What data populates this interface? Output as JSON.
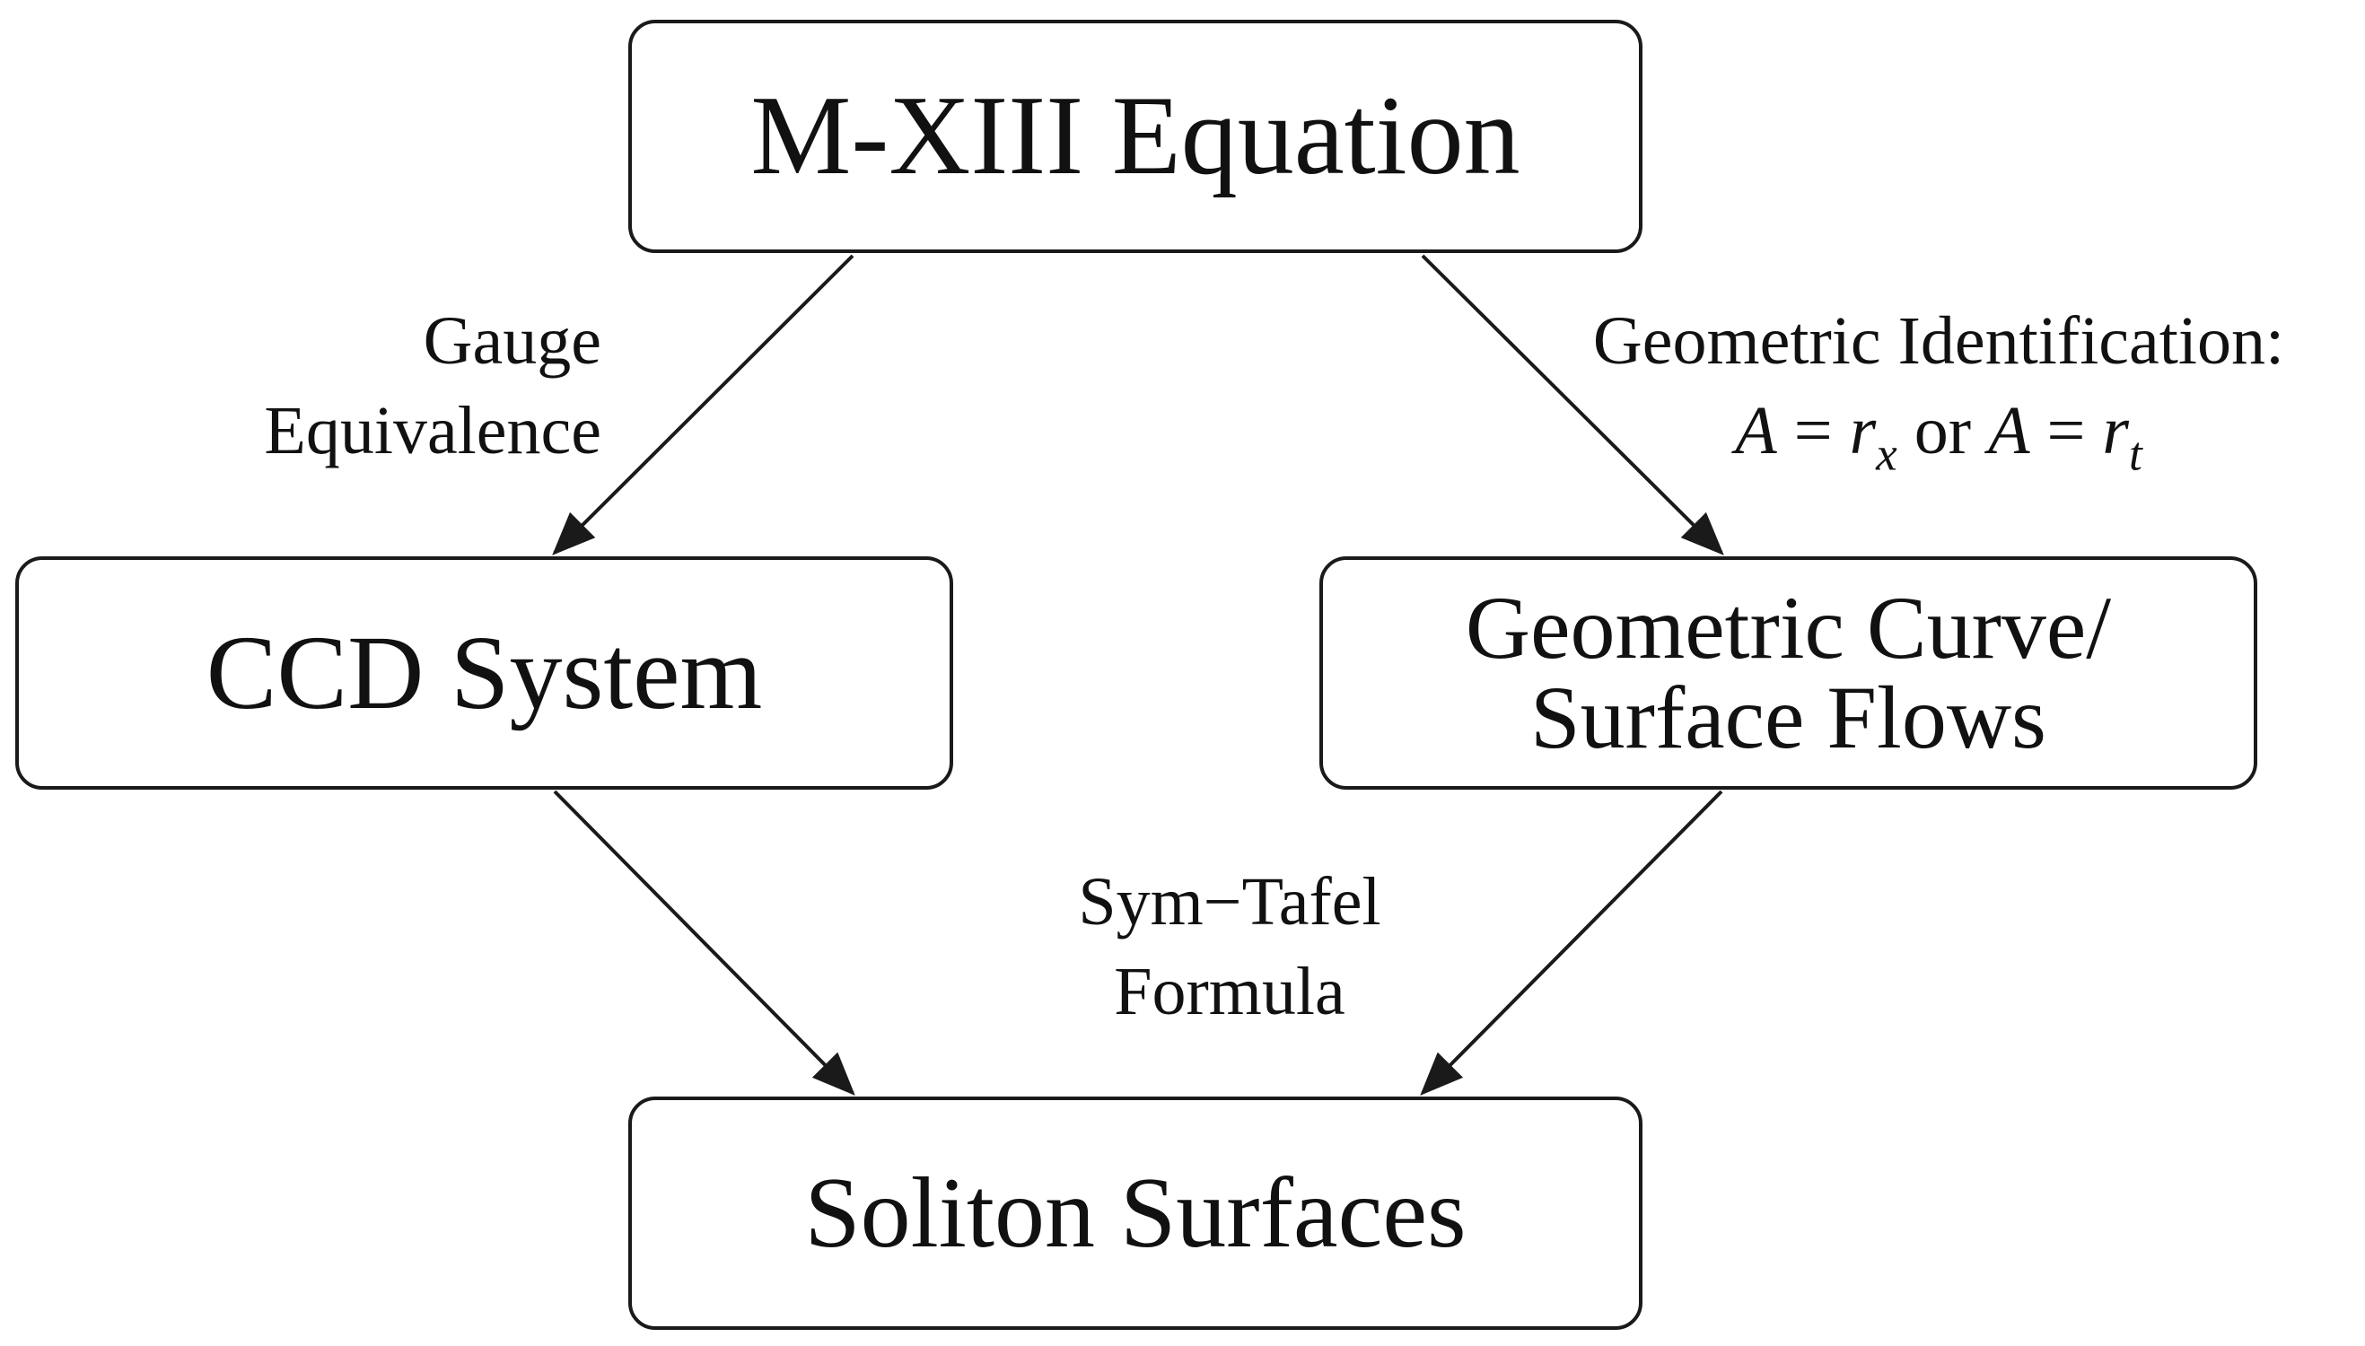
{
  "nodes": {
    "mxiii": "M-XIII Equation",
    "ccd": "CCD System",
    "geom_line1": "Geometric Curve/",
    "geom_line2": "Surface Flows",
    "soliton": "Soliton Surfaces"
  },
  "edges": {
    "gauge_line1": "Gauge",
    "gauge_line2": "Equivalence",
    "geomid_line1": "Geometric Identification:",
    "geomid_A1": "A",
    "geomid_eq1": " = ",
    "geomid_r1": "r",
    "geomid_sub1": "x",
    "geomid_or": " or ",
    "geomid_A2": "A",
    "geomid_eq2": " = ",
    "geomid_r2": "r",
    "geomid_sub2": "t",
    "sym_line1": "Sym−Tafel",
    "sym_line2": "Formula"
  }
}
